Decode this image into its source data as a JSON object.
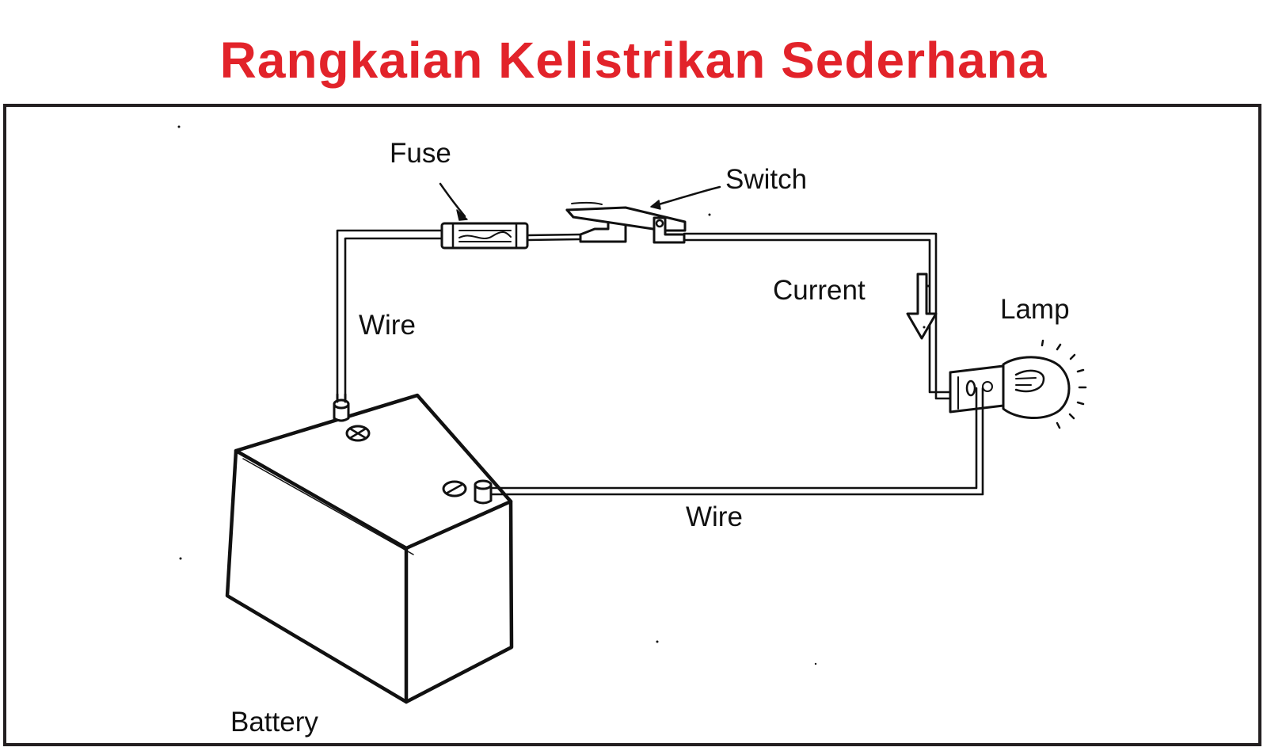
{
  "title": "Rangkaian Kelistrikan Sederhana",
  "colors": {
    "title": "#e2232a",
    "frame": "#231f20",
    "ink": "#111111"
  },
  "labels": {
    "fuse": "Fuse",
    "switch": "Switch",
    "current": "Current",
    "lamp": "Lamp",
    "wire_top": "Wire",
    "wire_bottom": "Wire",
    "battery": "Battery"
  }
}
